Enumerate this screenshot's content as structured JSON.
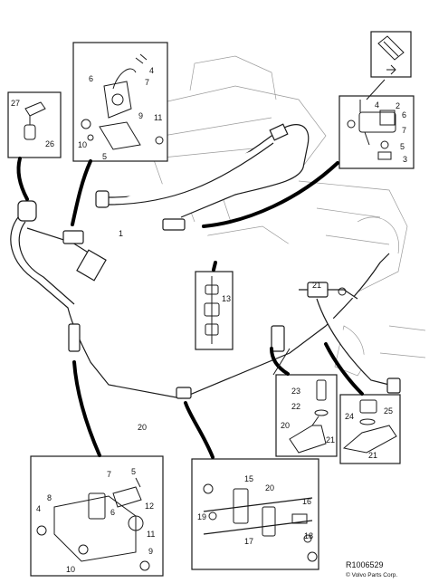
{
  "reference_code": "R1006529",
  "copyright": "© Volvo Parts Corp.",
  "callouts": {
    "main_1": "1",
    "main_20": "20",
    "main_21": "21",
    "top_left_27": "27",
    "top_left_26": "26",
    "top_mid_4": "4",
    "top_mid_6": "6",
    "top_mid_7": "7",
    "top_mid_9": "9",
    "top_mid_11": "11",
    "top_mid_10": "10",
    "top_mid_5": "5",
    "top_right_4": "4",
    "top_right_2": "2",
    "top_right_6": "6",
    "top_right_7": "7",
    "top_right_5": "5",
    "top_right_3": "3",
    "mid_13": "13",
    "low_mid_23": "23",
    "low_mid_22": "22",
    "low_mid_20": "20",
    "low_mid_21": "21",
    "low_right_24": "24",
    "low_right_25": "25",
    "low_right_21": "21",
    "bl_7": "7",
    "bl_5": "5",
    "bl_8": "8",
    "bl_6": "6",
    "bl_12": "12",
    "bl_4": "4",
    "bl_11": "11",
    "bl_10": "10",
    "bl_9": "9",
    "bm_15": "15",
    "bm_20": "20",
    "bm_16": "16",
    "bm_19": "19",
    "bm_17": "17",
    "bm_18": "18"
  }
}
